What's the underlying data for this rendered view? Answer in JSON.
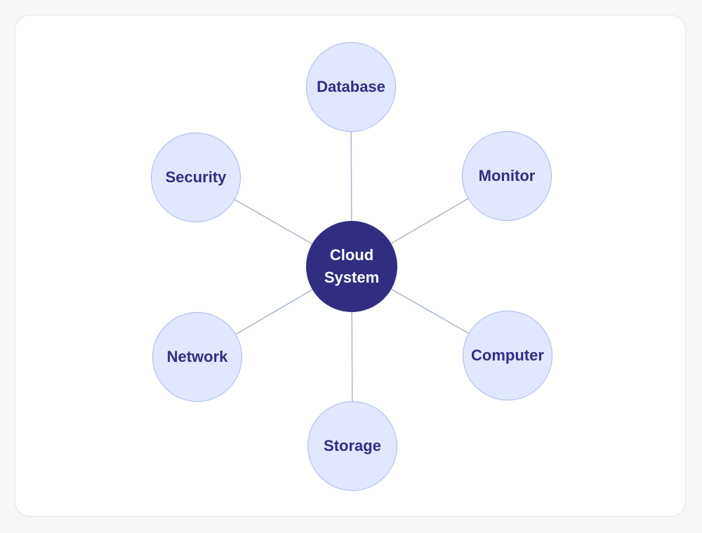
{
  "diagram": {
    "center": {
      "line1": "Cloud",
      "line2": "System"
    },
    "nodes": [
      {
        "id": "database",
        "label": "Database"
      },
      {
        "id": "monitor",
        "label": "Monitor"
      },
      {
        "id": "computer",
        "label": "Computer"
      },
      {
        "id": "storage",
        "label": "Storage"
      },
      {
        "id": "network",
        "label": "Network"
      },
      {
        "id": "security",
        "label": "Security"
      }
    ]
  },
  "colors": {
    "center_fill": "#312e81",
    "node_fill": "#e0e7ff",
    "node_border": "#a8b8ee",
    "node_text": "#312e81",
    "edge": "#aab7cc"
  }
}
